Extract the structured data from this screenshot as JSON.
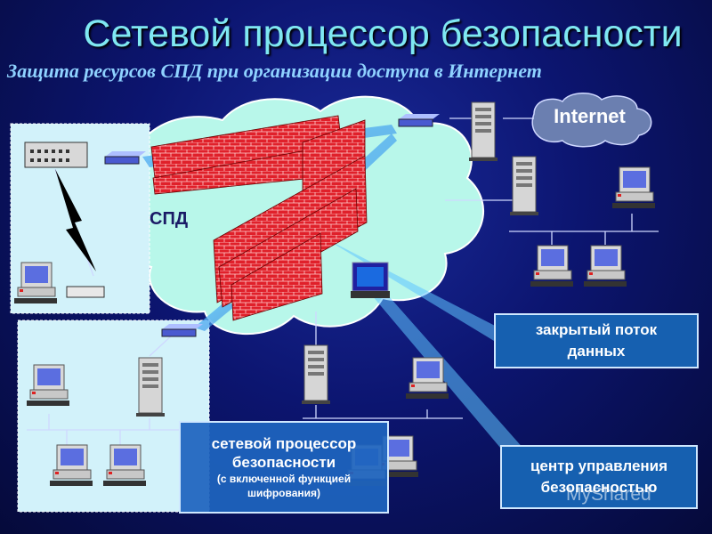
{
  "title": "Сетевой процессор безопасности",
  "subtitle": "Защита ресурсов СПД при организации доступа в Интернет",
  "labels": {
    "internet": "Internet",
    "spd": "СПД",
    "closed_flow": [
      "закрытый поток",
      "данных"
    ],
    "security_center": [
      "центр управления",
      "безопасностью"
    ],
    "processor": [
      "сетевой процессор",
      "безопасности"
    ],
    "processor_note": [
      "(с включенной функцией",
      "шифрования)"
    ]
  },
  "watermark": "MyShared",
  "colors": {
    "background": "#0c1570",
    "cloud": "#b8f7ea",
    "firewall": "#e0202a",
    "label_box": "#1660b0",
    "title": "#7fe8f2"
  }
}
